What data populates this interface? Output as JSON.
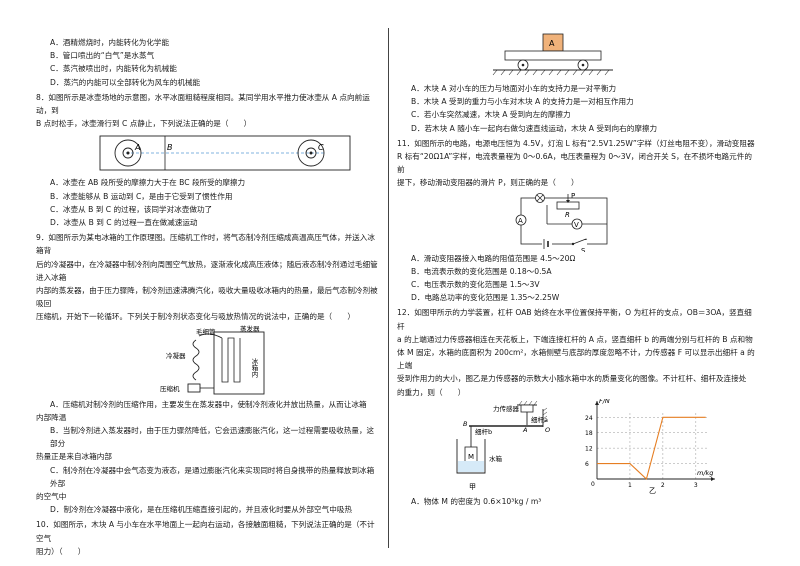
{
  "left": {
    "q7_options": [
      "A．酒精燃烧时，内能转化为化学能",
      "B．管口喷出的“白气”是水蒸气",
      "C．蒸汽被喷出时，内能转化为机械能",
      "D．蒸汽的内能可以全部转化为风车的机械能"
    ],
    "q8_stem_1": "8．如图所示是冰壶场地的示意图，水平冰面粗糙程度相同。某同学用水平推力使冰壶从 A 点向前运动，到",
    "q8_stem_2": "B 点时松手，冰壶滑行到 C 点静止，下列说法正确的是（　　）",
    "q8_labels": {
      "a": "A",
      "b": "B",
      "c": "C"
    },
    "q8_options": [
      "A．冰壶在 AB 段所受的摩擦力大于在 BC 段所受的摩擦力",
      "B．冰壶能够从 B 运动到 C，是由于它受到了惯性作用",
      "C．冰壶从 B 到 C 的过程，该同学对冰壶做功了",
      "D．冰壶从 B 到 C 的过程一直在做减速运动"
    ],
    "q9_stem_1": "9．如图所示为某电冰箱的工作原理图。压缩机工作时，将气态制冷剂压缩成高温高压气体，并送入冰箱背",
    "q9_stem_2": "后的冷凝器中，在冷凝器中制冷剂向周围空气放热，逐渐液化成高压液体；随后液态制冷剂通过毛细管进入冰箱",
    "q9_stem_3": "内部的蒸发器，由于压力骤降，制冷剂迅速沸腾汽化，吸收大量吸收冰箱内的热量，最后气态制冷剂被吸回",
    "q9_stem_4": "压缩机，开始下一轮循环。下列关于制冷剂状态变化与吸放热情况的说法中，正确的是（　　）",
    "q9_labels": {
      "evaporator": "蒸发器",
      "capillary": "毛细管",
      "condenser": "冷凝器",
      "inside": "冰箱内",
      "compressor": "压缩机"
    },
    "q9_options": [
      "A．压缩机对制冷剂的压缩作用，主要发生在蒸发器中，使制冷剂液化并放出热量，从而让冰箱",
      "内部降温",
      "B．当制冷剂进入蒸发器时，由于压力骤然降低，它会迅速膨胀汽化，这一过程需要吸收热量，这部分",
      "热量正是来自冰箱内部",
      "C．制冷剂在冷凝器中会气态变为液态，是通过膨胀汽化来实现同时将自身携带的热量释放到冰箱外部",
      "的空气中",
      "D．制冷剂在冷凝器中液化，是在压缩机压缩直接引起的，并且液化时要从外部空气中吸热"
    ],
    "q10_stem_1": "10．如图所示，木块 A 与小车在水平地面上一起向右运动，各接触面粗糙，下列说法正确的是（不计空气",
    "q10_stem_2": "阻力）（　　）"
  },
  "right": {
    "q10_block_label": "A",
    "q10_options": [
      "A．木块 A 对小车的压力与地面对小车的支持力是一对平衡力",
      "B．木块 A 受到的重力与小车对木块 A 的支持力是一对相互作用力",
      "C．若小车突然减速，木块 A 受到向左的摩擦力",
      "D．若木块 A 随小车一起向右做匀速直线运动，木块 A 受到向右的摩擦力"
    ],
    "q11_stem_1": "11．如图所示的电路，电源电压恒为 4.5V，灯泡 L 标有“2.5V1.25W”字样（灯丝电阻不变），滑动变阻器",
    "q11_stem_2": "R 标有“20Ω1A”字样，电流表量程为 0～0.6A，电压表量程为 0～3V，闭合开关 S，在不损坏电路元件的前",
    "q11_stem_3": "提下，移动滑动变阻器的滑片 P，则正确的是（　　）",
    "q11_labels": {
      "p": "P",
      "r": "R",
      "ammeter": "A",
      "voltmeter": "V",
      "switch": "S"
    },
    "q11_options": [
      "A．滑动变阻器接入电路的阻值范围是 4.5～20Ω",
      "B．电流表示数的变化范围是 0.18～0.5A",
      "C．电压表示数的变化范围是 1.5～3V",
      "D．电路总功率的变化范围是 1.35～2.25W"
    ],
    "q12_stem_1": "12．如图甲所示的力学装置，杠杆 OAB 始终在水平位置保持平衡，O 为杠杆的支点，OB＝3OA，竖直细杆",
    "q12_stem_2": "a 的上端通过力传感器相连在天花板上，下端连接杠杆的 A 点，竖直细杆 b 的两端分别与杠杆的 B 点和物",
    "q12_stem_3": "体 M 固定，水箱的底面积为 200cm²，水箱侧壁与底部的厚度忽略不计，力传感器 F 可以显示出细杆 a 的上端",
    "q12_stem_4": "受到作用力的大小，图乙是力传感器的示数大小随水箱中水的质量变化的图像。不计杠杆、细杆及连接处",
    "q12_stem_5": "的重力，则（　　）",
    "q12_fig_labels": {
      "sensor": "力传感器",
      "rod_a": "细杆a",
      "rod_b": "细杆b",
      "mass": "M",
      "tank": "水箱",
      "b_pt": "B",
      "a_pt": "A",
      "o_pt": "O",
      "jia": "甲",
      "yi": "乙"
    },
    "chart_data": {
      "type": "line",
      "title": "",
      "xlabel": "m/kg",
      "ylabel": "F/N",
      "x_ticks": [
        "1",
        "2",
        "3"
      ],
      "y_ticks": [
        "24",
        "18",
        "12",
        "6"
      ],
      "origin_label": "0",
      "xlim": [
        0,
        3.4
      ],
      "ylim": [
        0,
        28
      ],
      "series": [
        {
          "x": [
            0,
            1,
            1.5,
            2,
            2.5,
            3.3
          ],
          "y": [
            6,
            6,
            0,
            24,
            24,
            24
          ]
        }
      ]
    },
    "q12_option_a": "A．物体 M 的密度为 0.6×10³kg / m³"
  }
}
